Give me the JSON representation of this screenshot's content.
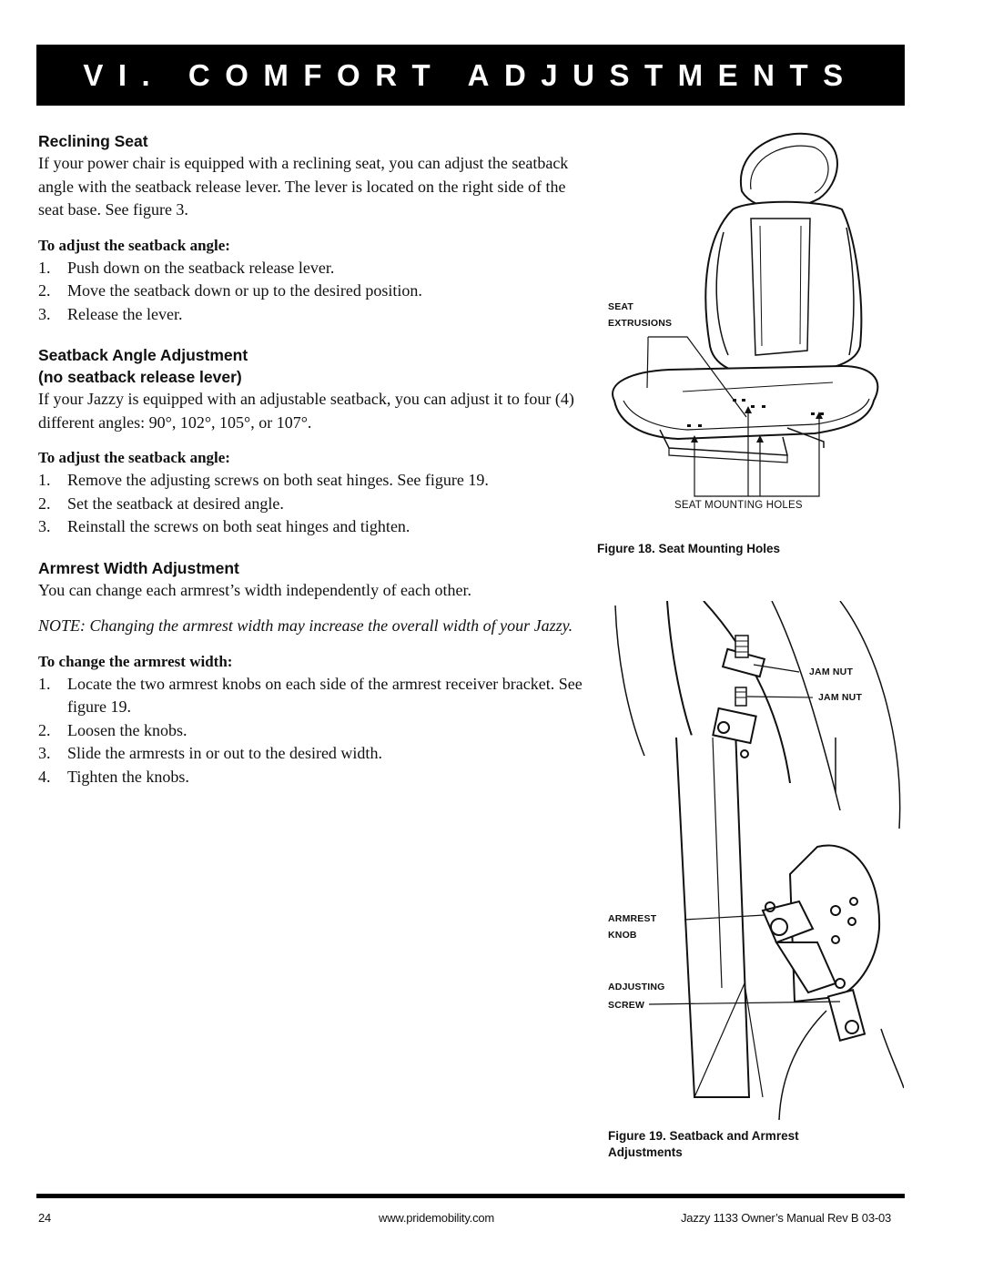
{
  "section_title": "VI. COMFORT ADJUSTMENTS",
  "reclining": {
    "heading": "Reclining Seat",
    "body": "If your power chair is equipped with a reclining seat, you can adjust the seatback angle with the seatback release lever. The lever is located on the right side of the seat base. See figure 3.",
    "sub": "To adjust the seatback angle:",
    "steps": [
      {
        "n": "1.",
        "t": "Push down on the seatback release lever."
      },
      {
        "n": "2.",
        "t": "Move the seatback down or up to the desired position."
      },
      {
        "n": "3.",
        "t": "Release the lever."
      }
    ]
  },
  "seatback": {
    "heading_l1": "Seatback Angle Adjustment",
    "heading_l2": "(no seatback release lever)",
    "body": "If your Jazzy is equipped with an adjustable seatback, you can adjust it to four (4) different angles: 90°, 102°, 105°, or 107°.",
    "sub": "To adjust the seatback angle:",
    "steps": [
      {
        "n": "1.",
        "t": "Remove the adjusting screws on both seat hinges. See figure 19."
      },
      {
        "n": "2.",
        "t": "Set the seatback at desired angle."
      },
      {
        "n": "3.",
        "t": "Reinstall the screws on both seat hinges and tighten."
      }
    ]
  },
  "armrest": {
    "heading": "Armrest Width Adjustment",
    "body": "You can change each armrest’s width independently of each other.",
    "note": "NOTE: Changing the armrest width may increase the overall width of your Jazzy.",
    "sub": "To change the armrest width:",
    "steps": [
      {
        "n": "1.",
        "t": "Locate the two armrest knobs on each side of the armrest receiver bracket. See figure 19."
      },
      {
        "n": "2.",
        "t": "Loosen the knobs."
      },
      {
        "n": "3.",
        "t": "Slide the armrests in or out to the desired width."
      },
      {
        "n": "4.",
        "t": "Tighten the knobs."
      }
    ]
  },
  "figure18": {
    "label_seat": "SEAT",
    "label_extrusions": "EXTRUSIONS",
    "label_holes": "SEAT MOUNTING HOLES",
    "caption": "Figure 18. Seat Mounting Holes"
  },
  "figure19": {
    "label_jamnut1": "JAM NUT",
    "label_jamnut2": "JAM NUT",
    "label_armrest": "ARMREST",
    "label_knob": "KNOB",
    "label_adjusting": "ADJUSTING",
    "label_screw": "SCREW",
    "caption_l1": "Figure 19. Seatback and Armrest",
    "caption_l2": "Adjustments"
  },
  "footer": {
    "page": "24",
    "url": "www.pridemobility.com",
    "manual": "Jazzy 1133 Owner’s Manual Rev B 03-03"
  }
}
